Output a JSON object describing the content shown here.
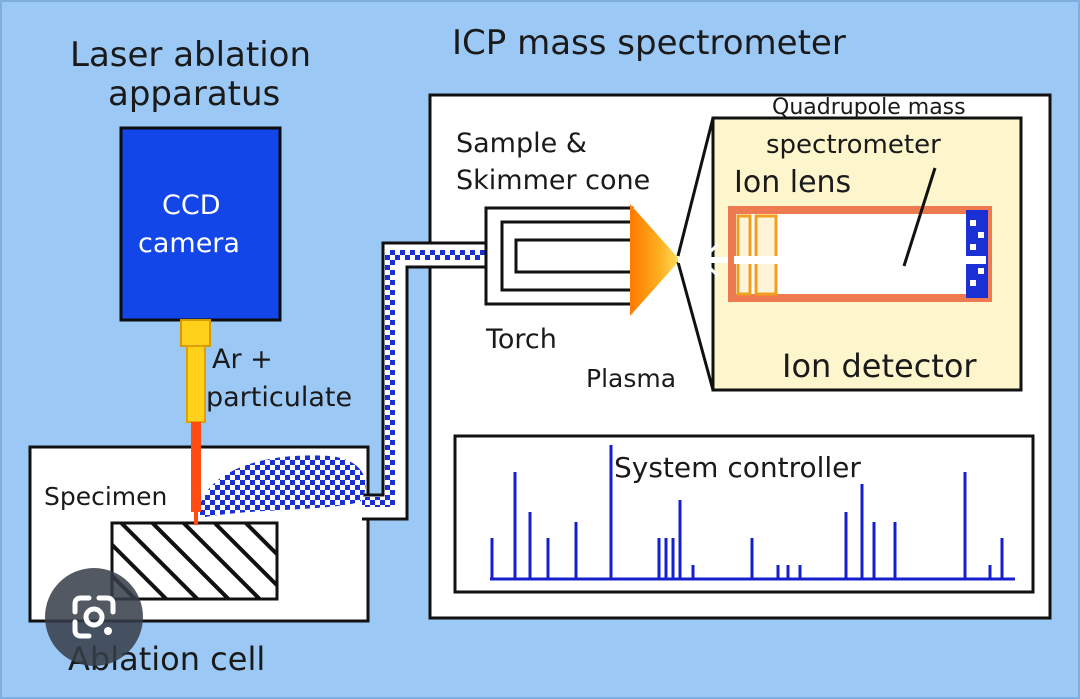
{
  "labels": {
    "laser_title_line1": "Laser ablation",
    "laser_title_line2": "apparatus",
    "icp_title": "ICP mass spectrometer",
    "ccd_line1": "CCD",
    "ccd_line2": "camera",
    "ar_line1": "Ar +",
    "ar_line2": "particulate",
    "specimen": "Specimen",
    "ablation_cell": "Ablation cell",
    "quadrupole_line1": "Quadrupole mass",
    "quadrupole_line2": "spectrometer",
    "sample_line1": "Sample &",
    "sample_line2": "Skimmer cone",
    "ion_lens": "Ion lens",
    "torch": "Torch",
    "plasma": "Plasma",
    "ion_detector": "Ion detector",
    "system_controller": "System controller"
  },
  "colors": {
    "background": "#9cc8f6",
    "ccd_camera": "#1346e8",
    "laser_beam": "#ffd11a",
    "laser_red": "#ff4a10",
    "particulate": "#1a2fd4",
    "quadrupole_panel": "#fdf6cc",
    "tube_outline": "#ee7a52",
    "cone": "#ff9a10",
    "spectrum": "#1520cc"
  },
  "icons": {
    "lens_button": "google-lens-icon"
  }
}
